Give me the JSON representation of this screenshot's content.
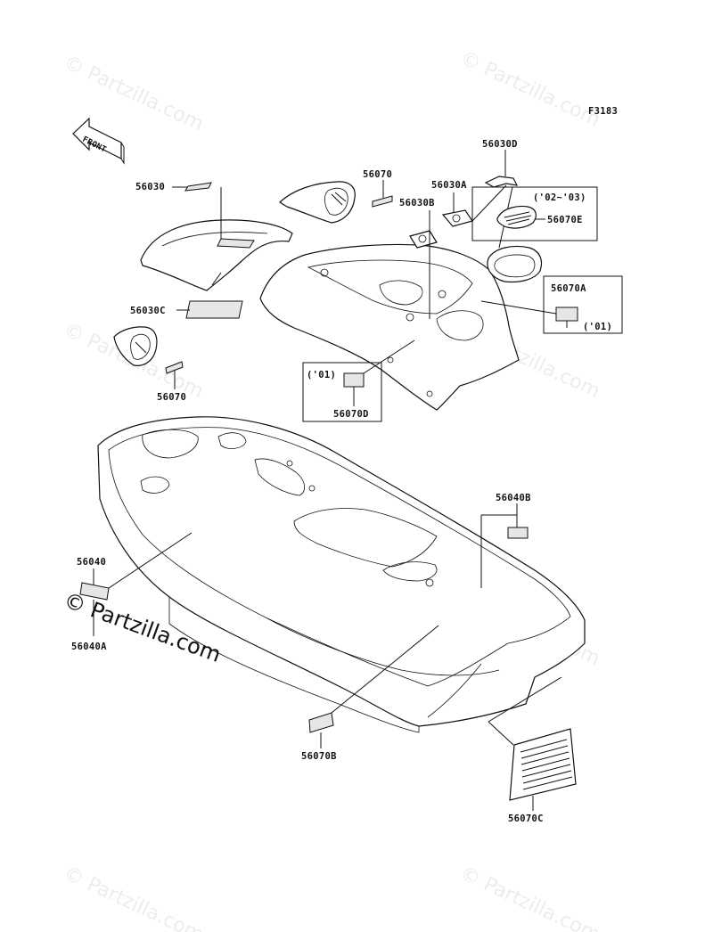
{
  "figure_code": "F3183",
  "front_label": "FRONT",
  "watermark": "© Partzilla.com",
  "parts": {
    "p56030": "56030",
    "p56030C": "56030C",
    "p56070_top": "56070",
    "p56070_left": "56070",
    "p56030A": "56030A",
    "p56030B": "56030B",
    "p56030D": "56030D",
    "p56070E": "56070E",
    "p56070A": "56070A",
    "p56070D": "56070D",
    "p56040B": "56040B",
    "p56040": "56040",
    "p56040A": "56040A",
    "p56070B": "56070B",
    "p56070C": "56070C"
  },
  "year_notes": {
    "y0203": "('02~'03)",
    "y01_right": "('01)",
    "y01_left": "('01)"
  },
  "colors": {
    "line": "#111111",
    "watermark": "#000000",
    "background": "#ffffff"
  }
}
